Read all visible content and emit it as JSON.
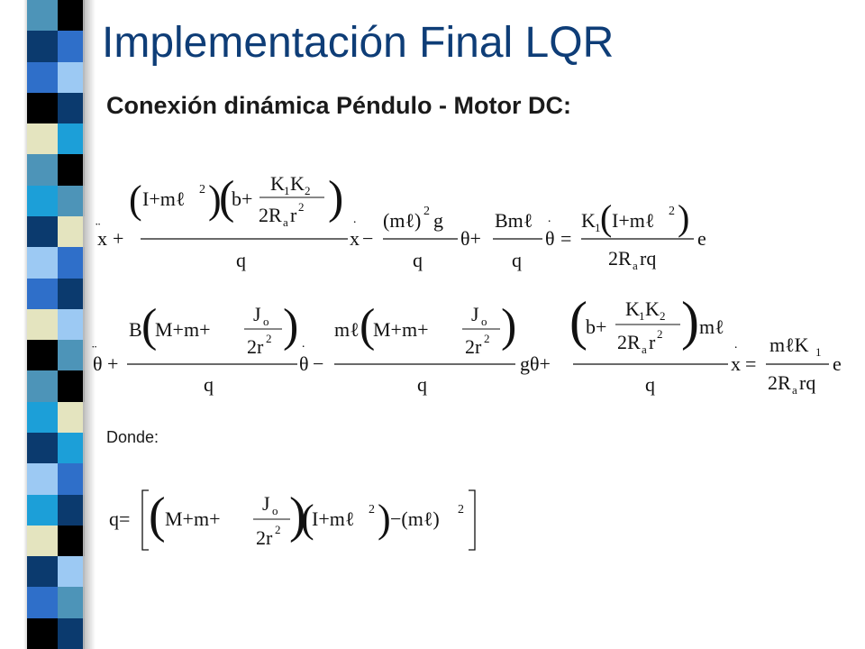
{
  "slide": {
    "title": "Implementación Final LQR",
    "subtitle": "Conexión dinámica Péndulo - Motor DC:",
    "donde_label": "Donde:"
  },
  "colors": {
    "title": "#0e3d77",
    "stripe_navy": "#0b3a6e",
    "stripe_blue": "#2f6fc9",
    "stripe_light": "#9cc9f3",
    "stripe_teal": "#4d94b8",
    "stripe_cyan": "#1c9fd8",
    "stripe_cream": "#e4e4bf",
    "stripe_black": "#000000"
  },
  "stripes": {
    "left": [
      "#4d94b8",
      "#0b3a6e",
      "#2f6fc9",
      "#000000",
      "#e4e4bf",
      "#4d94b8",
      "#1c9fd8",
      "#0b3a6e",
      "#9cc9f3",
      "#2f6fc9",
      "#e4e4bf",
      "#000000",
      "#4d94b8",
      "#1c9fd8",
      "#0b3a6e",
      "#9cc9f3",
      "#1c9fd8",
      "#e4e4bf",
      "#0b3a6e",
      "#2f6fc9",
      "#000000"
    ],
    "right": [
      "#000000",
      "#2f6fc9",
      "#9cc9f3",
      "#0b3a6e",
      "#1c9fd8",
      "#000000",
      "#4d94b8",
      "#e4e4bf",
      "#2f6fc9",
      "#0b3a6e",
      "#9cc9f3",
      "#4d94b8",
      "#000000",
      "#e4e4bf",
      "#1c9fd8",
      "#2f6fc9",
      "#0b3a6e",
      "#000000",
      "#9cc9f3",
      "#4d94b8",
      "#0b3a6e"
    ]
  },
  "equations": {
    "eq1": "ẍ + ((I + mℓ²)(b + K₁K₂/(2Rₐr²)))/q ẋ − ((mℓ)² g)/q θ + (Bmℓ)/q θ̇ = (K₁(I + mℓ²))/(2Rₐrq) e",
    "eq2": "θ̈ + (B(M + m + J₀/(2r²)))/q θ̇ − (mℓ(M + m + J₀/(2r²)))/q gθ + ((b + K₁K₂/(2Rₐr²))mℓ)/q ẋ = (mℓK₁)/(2Rₐrq) e",
    "eq3": "q = [(M + m + J₀/(2r²))(I + mℓ²) − (mℓ)²]"
  }
}
